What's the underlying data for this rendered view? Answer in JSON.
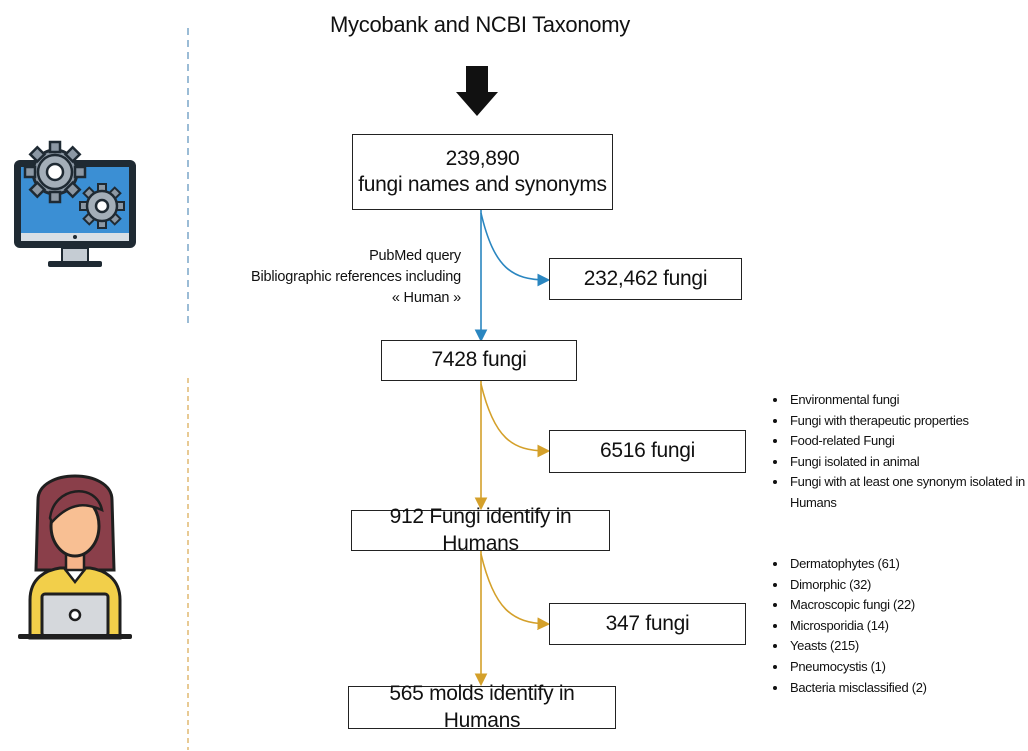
{
  "source": "Mycobank and NCBI Taxonomy",
  "total": {
    "count": "239,890",
    "label": "fungi names and synonyms"
  },
  "query": {
    "line1": "PubMed query",
    "line2": "Bibliographic references including",
    "line3": "« Human »"
  },
  "excluded1": "232,462 fungi",
  "step1": "7428 fungi",
  "excluded2": "6516 fungi",
  "excluded2_reasons": [
    "Environmental fungi",
    "Fungi with therapeutic properties",
    "Food-related Fungi",
    "Fungi isolated in animal",
    "Fungi with at least one synonym isolated in Humans"
  ],
  "step2": "912 Fungi identify in Humans",
  "excluded3": "347 fungi",
  "excluded3_reasons": [
    "Dermatophytes (61)",
    "Dimorphic (32)",
    "Macroscopic fungi (22)",
    "Microsporidia (14)",
    "Yeasts (215)",
    "Pneumocystis (1)",
    "Bacteria misclassified (2)"
  ],
  "final": "565 molds identify in Humans",
  "colors": {
    "automated_phase": "#4a90c2",
    "manual_phase": "#d9a032",
    "arrow_blue": "#2a86c0",
    "arrow_gold": "#d4a02a"
  },
  "icons": {
    "automated": "computer-gears-icon",
    "manual": "person-laptop-icon"
  }
}
